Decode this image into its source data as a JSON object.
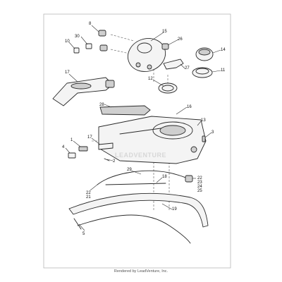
{
  "diagram": {
    "callouts": [
      "8",
      "15",
      "26",
      "30",
      "10",
      "14",
      "11",
      "27",
      "12",
      "17",
      "28",
      "16",
      "13",
      "3",
      "1",
      "17",
      "4",
      "2",
      "29",
      "18",
      "22",
      "23",
      "24",
      "25",
      "22",
      "21",
      "19",
      "5"
    ],
    "watermark": "LEADVENTURE",
    "footer": "Rendered by LeadVenture, Inc."
  }
}
